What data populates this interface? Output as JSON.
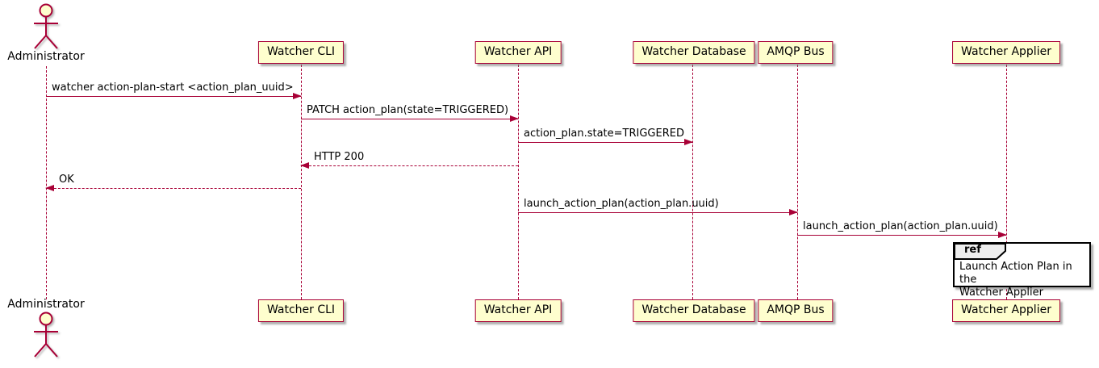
{
  "diagram": {
    "kind": "uml-sequence-diagram",
    "theme": {
      "participant_fill": "#FEFECE",
      "participant_border": "#A80036",
      "line_color": "#A80036",
      "text_color": "#000000",
      "ref_header_fill": "#EEEEEE",
      "ref_border": "#000000",
      "background": "#FFFFFF"
    }
  },
  "actor": {
    "label": "Administrator"
  },
  "participants": [
    {
      "label": "Watcher CLI"
    },
    {
      "label": "Watcher API"
    },
    {
      "label": "Watcher Database"
    },
    {
      "label": "AMQP Bus"
    },
    {
      "label": "Watcher Applier"
    }
  ],
  "messages": [
    {
      "text": "watcher action-plan-start <action_plan_uuid>",
      "from": "Administrator",
      "to": "Watcher CLI",
      "style": "solid"
    },
    {
      "text": "PATCH action_plan(state=TRIGGERED)",
      "from": "Watcher CLI",
      "to": "Watcher API",
      "style": "solid"
    },
    {
      "text": "action_plan.state=TRIGGERED",
      "from": "Watcher API",
      "to": "Watcher Database",
      "style": "solid"
    },
    {
      "text": "HTTP 200",
      "from": "Watcher API",
      "to": "Watcher CLI",
      "style": "dashed"
    },
    {
      "text": "OK",
      "from": "Watcher CLI",
      "to": "Administrator",
      "style": "dashed"
    },
    {
      "text": "launch_action_plan(action_plan.uuid)",
      "from": "Watcher API",
      "to": "AMQP Bus",
      "style": "solid"
    },
    {
      "text": "launch_action_plan(action_plan.uuid)",
      "from": "AMQP Bus",
      "to": "Watcher Applier",
      "style": "solid"
    }
  ],
  "ref": {
    "keyword": "ref",
    "lines": [
      "Launch Action Plan in the",
      "Watcher Applier"
    ],
    "attached_to": "Watcher Applier"
  }
}
